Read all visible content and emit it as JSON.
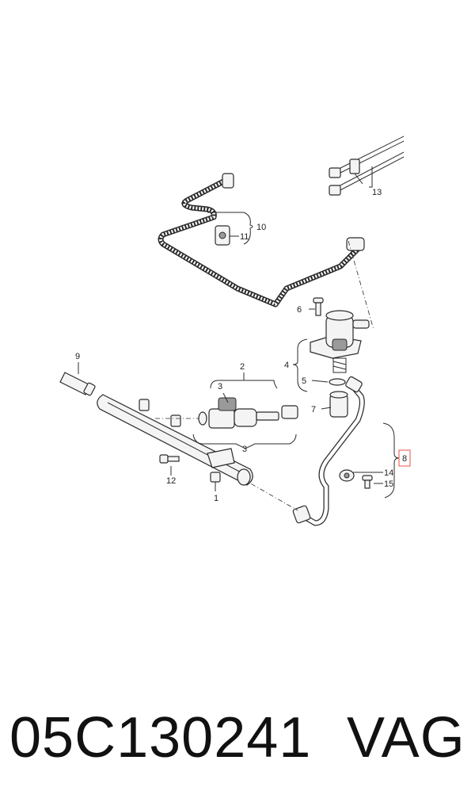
{
  "callouts": {
    "c1": "1",
    "c2": "2",
    "c3a": "3",
    "c3b": "3",
    "c4": "4",
    "c5": "5",
    "c6": "6",
    "c7": "7",
    "c8": "8",
    "c9": "9",
    "c10": "10",
    "c11": "11",
    "c12": "12",
    "c13": "13",
    "c14": "14",
    "c15": "15"
  },
  "highlight_color": "#e8534a",
  "caption": {
    "part_number": "05C130241",
    "brand": "VAG"
  }
}
